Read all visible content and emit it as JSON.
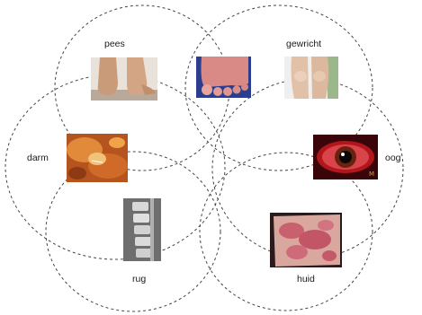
{
  "diagram": {
    "regions": [
      {
        "key": "pees",
        "label": "pees"
      },
      {
        "key": "gewricht",
        "label": "gewricht"
      },
      {
        "key": "darm",
        "label": "darm"
      },
      {
        "key": "oog",
        "label": "oog"
      },
      {
        "key": "rug",
        "label": "rug"
      },
      {
        "key": "huid",
        "label": "huid"
      }
    ],
    "images": [
      {
        "key": "heel",
        "depicts": "heel-photo"
      },
      {
        "key": "swollen-toes",
        "depicts": "swollen-toes-photo"
      },
      {
        "key": "knees",
        "depicts": "knees-photo"
      },
      {
        "key": "bowel",
        "depicts": "bowel-endoscopy-photo"
      },
      {
        "key": "red-eye",
        "depicts": "red-eye-photo"
      },
      {
        "key": "spine-xray",
        "depicts": "spine-xray-photo"
      },
      {
        "key": "skin-rash",
        "depicts": "skin-rash-photo"
      }
    ],
    "colors": {
      "outline": "#444444",
      "text": "#1a1a1a",
      "skin": "#d6a987",
      "eye_red": "#b0161c",
      "bowel": "#c46a2a",
      "rash": "#c9606e"
    }
  }
}
